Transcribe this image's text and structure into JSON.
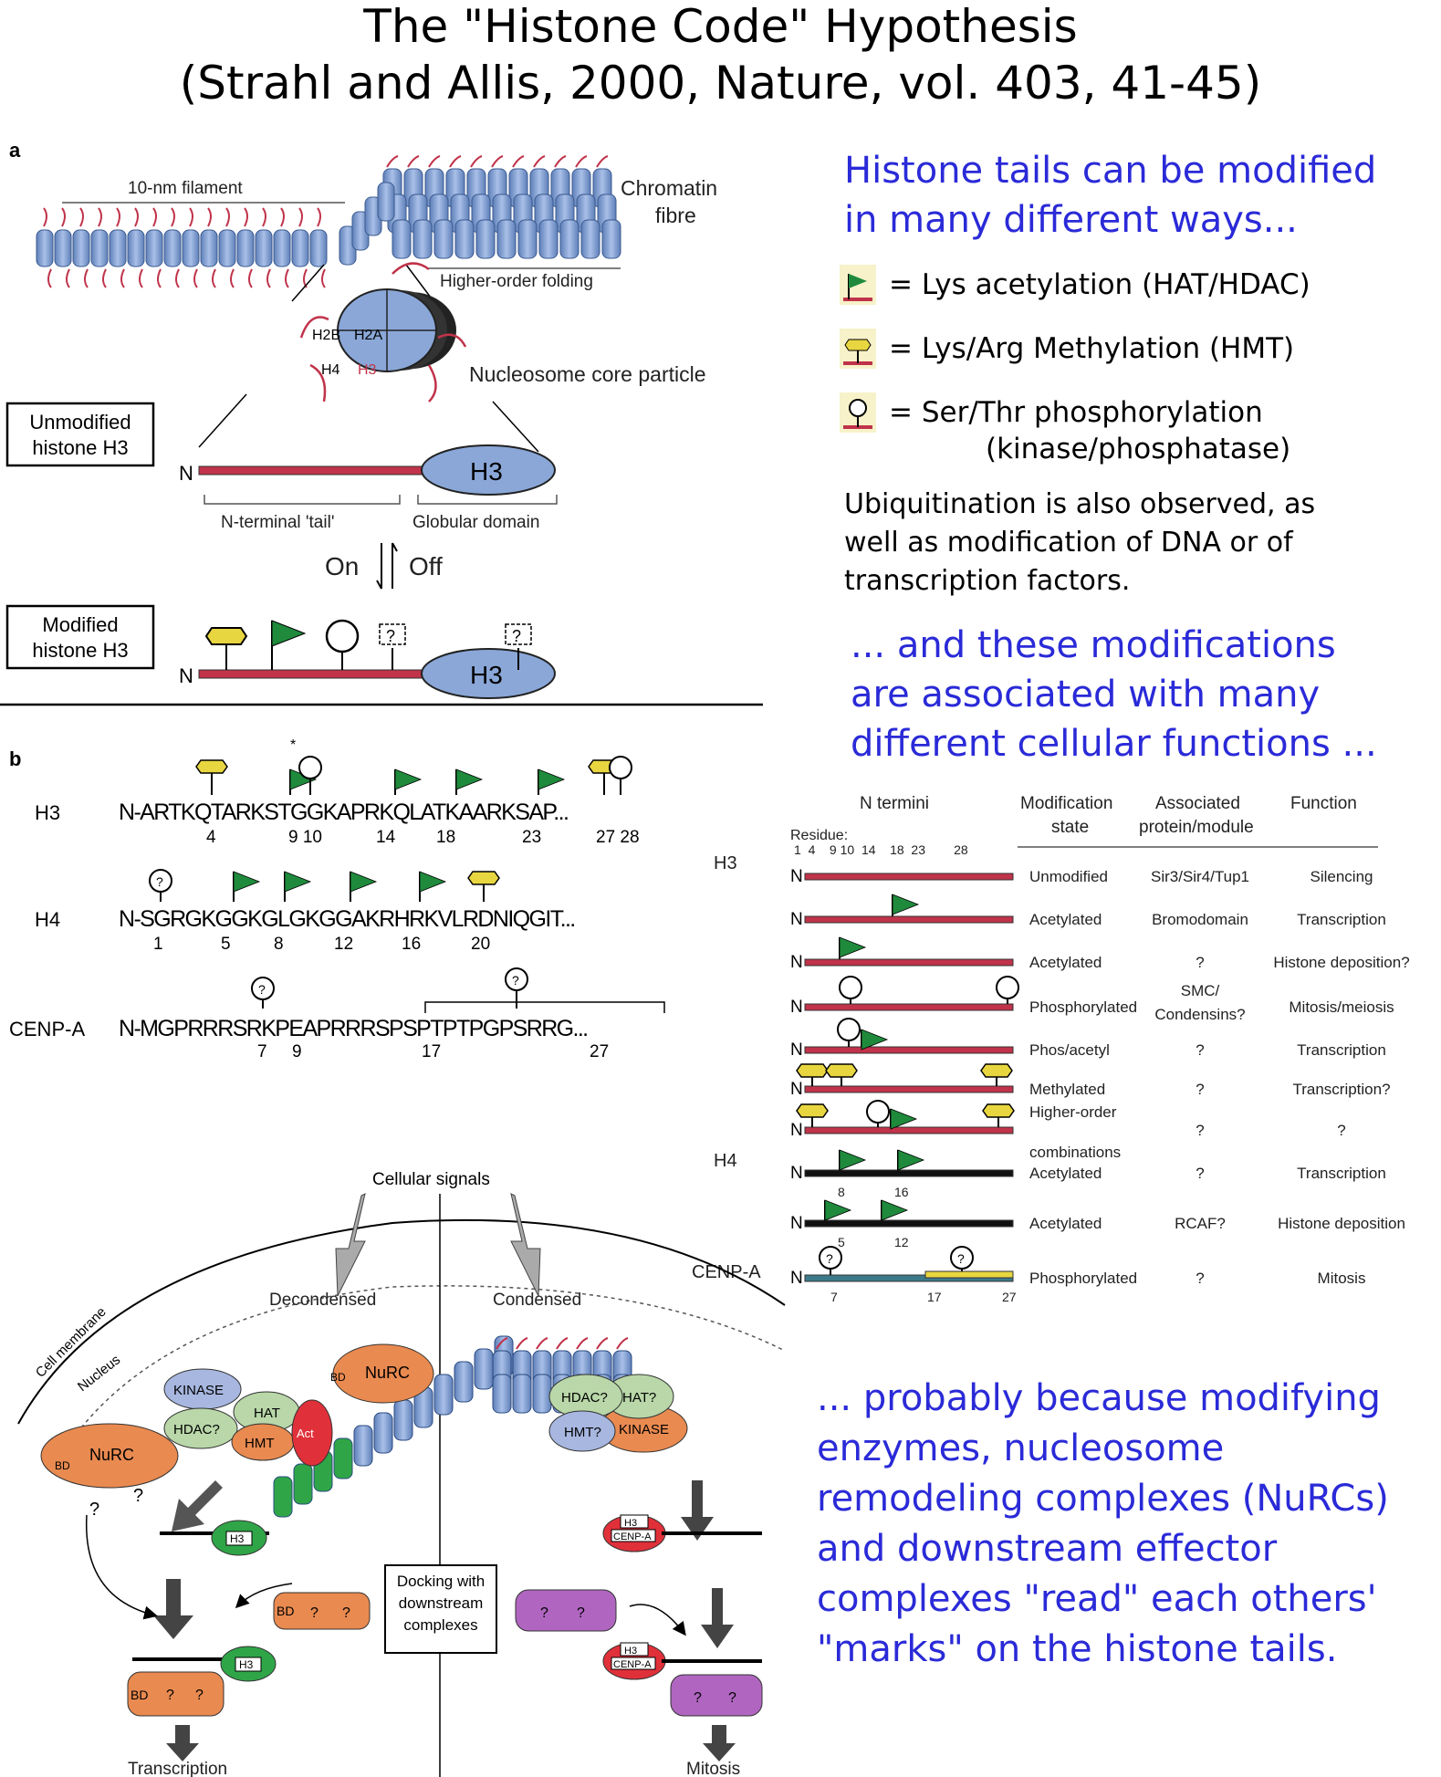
{
  "title": {
    "line1": "The \"Histone Code\" Hypothesis",
    "line2": "(Strahl and Allis, 2000, Nature, vol. 403, 41-45)"
  },
  "panel_a": {
    "label": "a",
    "filament": "10-nm filament",
    "chromatin_l1": "Chromatin",
    "chromatin_l2": "fibre",
    "higher_order": "Higher-order folding",
    "nucleosome": "Nucleosome core particle",
    "h2b": "H2B",
    "h2a": "H2A",
    "h4": "H4",
    "h3": "H3",
    "unmod_l1": "Unmodified",
    "unmod_l2": "histone H3",
    "mod_l1": "Modified",
    "mod_l2": "histone H3",
    "n": "N",
    "tail": "N-terminal 'tail'",
    "globular": "Globular domain",
    "on": "On",
    "off": "Off"
  },
  "panel_b": {
    "label": "b",
    "h3_label": "H3",
    "h3_seq": "N-ARTKQTARKSTGGKAPRKQLATKAARKSAP...",
    "h3_nums": [
      "4",
      "9 10",
      "14",
      "18",
      "23",
      "27 28"
    ],
    "h4_label": "H4",
    "h4_seq": "N-SGRGKGGKGLGKGGAKRHRKVLRDNIQGIT...",
    "h4_nums": [
      "1",
      "5",
      "8",
      "12",
      "16",
      "20"
    ],
    "cenp_label": "CENP-A",
    "cenp_seq": "N-MGPRRRSRKPEAPRRRSPSPTPTPGPSRRG...",
    "cenp_nums": [
      "7",
      "9",
      "17",
      "27"
    ],
    "star": "*",
    "q": "?"
  },
  "table": {
    "h_ntermini": "N termini",
    "h_mod_l1": "Modification",
    "h_mod_l2": "state",
    "h_assoc_l1": "Associated",
    "h_assoc_l2": "protein/module",
    "h_func": "Function",
    "residue": "Residue:",
    "residue_nums": "1  4    9 10  14    18  23        28",
    "group_h3": "H3",
    "group_h4": "H4",
    "group_cenp": "CENP-A",
    "rows": [
      {
        "state": "Unmodified",
        "protein": "Sir3/Sir4/Tup1",
        "func": "Silencing"
      },
      {
        "state": "Acetylated",
        "protein": "Bromodomain",
        "func": "Transcription"
      },
      {
        "state": "Acetylated",
        "protein": "?",
        "func": "Histone deposition?"
      },
      {
        "state": "Phosphorylated",
        "protein": "SMC/",
        "protein2": "Condensins?",
        "func": "Mitosis/meiosis"
      },
      {
        "state": "Phos/acetyl",
        "protein": "?",
        "func": "Transcription"
      },
      {
        "state": "Methylated",
        "protein": "?",
        "func": "Transcription?"
      },
      {
        "state": "Higher-order",
        "state2": "combinations",
        "protein": "?",
        "func": "?"
      },
      {
        "state": "Acetylated",
        "protein": "?",
        "func": "Transcription",
        "nums": [
          "8",
          "16"
        ]
      },
      {
        "state": "Acetylated",
        "protein": "RCAF?",
        "func": "Histone deposition",
        "nums": [
          "5",
          "12"
        ]
      },
      {
        "state": "Phosphorylated",
        "protein": "?",
        "func": "Mitosis",
        "nums": [
          "7",
          "17",
          "27"
        ]
      }
    ]
  },
  "cell": {
    "signals": "Cellular signals",
    "membrane": "Cell membrane",
    "nucleus": "Nucleus",
    "decondensed": "Decondensed",
    "condensed": "Condensed",
    "nurc": "NuRC",
    "bd": "BD",
    "kinase": "KINASE",
    "hat": "HAT",
    "hdac_q": "HDAC?",
    "hmt": "HMT",
    "act": "Act",
    "hdac2": "HDAC?",
    "hat2": "HAT?",
    "hmt2": "HMT?",
    "kinase2": "KINASE",
    "h3": "H3",
    "cenpa": "CENP-A",
    "q": "?",
    "docking_l1": "Docking with",
    "docking_l2": "downstream",
    "docking_l3": "complexes",
    "transcription": "Transcription",
    "mitosis": "Mitosis"
  },
  "right": {
    "heading1_l1": "Histone tails can be modified",
    "heading1_l2": "in many different ways...",
    "legend_acet": "= Lys acetylation (HAT/HDAC)",
    "legend_meth": "= Lys/Arg Methylation (HMT)",
    "legend_phos_l1": "= Ser/Thr phosphorylation",
    "legend_phos_l2": "(kinase/phosphatase)",
    "ubiq_l1": "Ubiquitination is also observed, as",
    "ubiq_l2": "well as modification of DNA or of",
    "ubiq_l3": "transcription factors.",
    "heading2_l1": "... and these modifications",
    "heading2_l2": "are associated with many",
    "heading2_l3": "different cellular functions ...",
    "heading3_l1": "... probably because modifying",
    "heading3_l2": "enzymes, nucleosome",
    "heading3_l3": "remodeling complexes (NuRCs)",
    "heading3_l4": "and downstream effector",
    "heading3_l5": "complexes \"read\" each others'",
    "heading3_l6": "\"marks\" on the histone tails."
  },
  "colors": {
    "nucleosome_blue": "#8aa7d8",
    "tail_red": "#c0334a",
    "flag_green": "#1f8a3c",
    "method_yellow": "#e8d640",
    "heading_blue": "#2a2ad8",
    "nurc_orange": "#e98a50",
    "purple": "#b066c0"
  }
}
